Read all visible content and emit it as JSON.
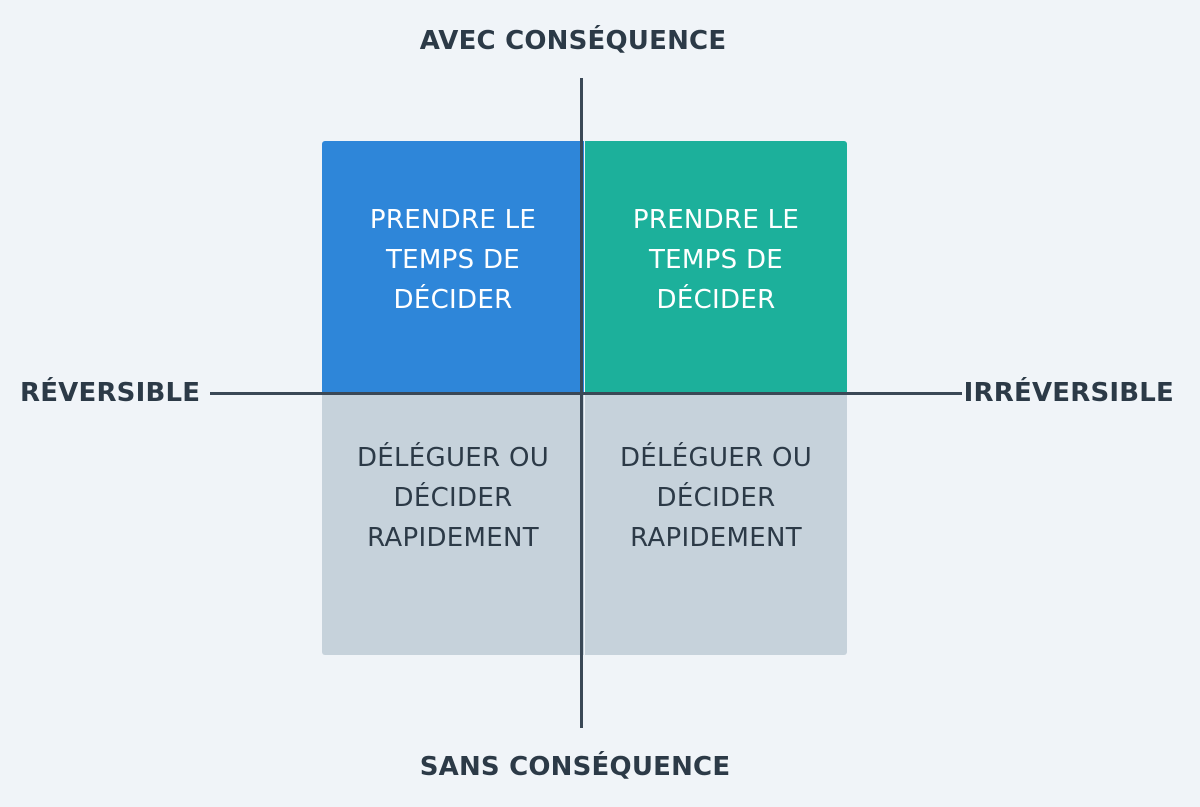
{
  "axes": {
    "top": "AVEC CONSÉQUENCE",
    "bottom": "SANS CONSÉQUENCE",
    "left": "RÉVERSIBLE",
    "right": "IRRÉVERSIBLE"
  },
  "quadrants": {
    "top_left": "PRENDRE LE\nTEMPS DE\nDÉCIDER",
    "top_right": "PRENDRE LE\nTEMPS DE\nDÉCIDER",
    "bottom_left": "DÉLÉGUER OU\nDÉCIDER\nRAPIDEMENT",
    "bottom_right": "DÉLÉGUER OU\nDÉCIDER\nRAPIDEMENT"
  },
  "colors": {
    "background": "#f0f4f8",
    "top_left": "#2e86d9",
    "top_right": "#1cb09b",
    "bottom": "#c6d2db",
    "text_dark": "#2c3a47",
    "axis": "#3a4856"
  }
}
